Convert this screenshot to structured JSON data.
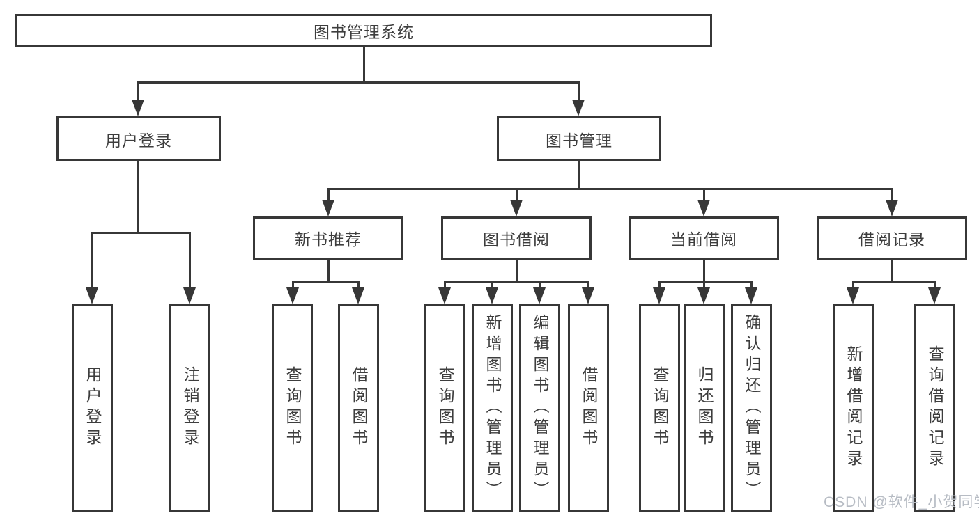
{
  "diagram": {
    "root": "图书管理系统",
    "level2": {
      "user_login": "用户登录",
      "book_mgmt": "图书管理"
    },
    "level3": {
      "new_book_rec": "新书推荐",
      "book_borrow": "图书借阅",
      "current_borrow": "当前借阅",
      "borrow_records": "借阅记录"
    },
    "leaves": {
      "user_login_1": "用户登录",
      "user_login_2": "注销登录",
      "new_rec_1": "查询图书",
      "new_rec_2": "借阅图书",
      "borrow_1": "查询图书",
      "borrow_2": "新增图书（管理员）",
      "borrow_3": "编辑图书（管理员）",
      "borrow_4": "借阅图书",
      "current_1": "查询图书",
      "current_2": "归还图书",
      "current_3": "确认归还（管理员）",
      "records_1": "新增借阅记录",
      "records_2": "查询借阅记录"
    }
  },
  "watermark": "CSDN @软件_小贺同学",
  "colors": {
    "line": "#373737",
    "text": "#3d3d3d",
    "background": "#ffffff",
    "watermark": "#b7bcc4"
  }
}
